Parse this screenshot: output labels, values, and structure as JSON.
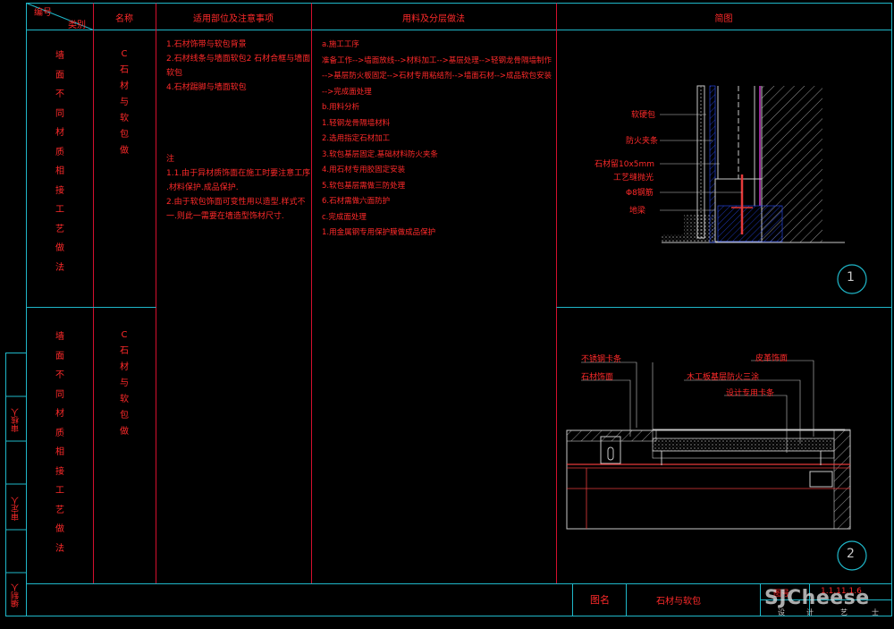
{
  "header": {
    "code_label": "编号",
    "category_label": "类别",
    "name_label": "名称",
    "scope_label": "适用部位及注意事项",
    "materials_label": "用料及分层做法",
    "diagram_label": "简图"
  },
  "row1": {
    "category": "墙面不同材质相接工艺做法",
    "name": "C石材与软包做",
    "scope_text": "1.石材饰带与软包背景\n2.石材线条与墙面软包2 石材合框与墙面\n软包\n4.石材踢脚与墙面软包\n\n\n\n\n注\n1.1.由于异材质饰面在施工时要注意工序\n.材料保护.成品保护.\n2.由于软包饰面可变性用以造型.样式不\n一.则此一需要在墙造型饰材尺寸.",
    "materials_text": "a.施工工序\n准备工作-->墙面放线-->材料加工-->基层处理-->轻钢龙骨隔墙制作\n-->基层防火板固定-->石材专用粘结剂-->墙面石材-->成品软包安装\n-->完成面处理\nb.用料分析\n1.轻钢龙骨隔墙材料\n2.选用指定石材加工\n3.软包基层固定.基础材料防火夹条\n4.用石材专用胶固定安装\n5.软包基层需做三防处理\n6.石材需做六面防护\nc.完成面处理\n1.用金属钢专用保护膜做成品保护"
  },
  "row2": {
    "category": "墙面不同材质相接工艺做法",
    "name": "C石材与软包做"
  },
  "diagram1": {
    "number": "1",
    "labels": [
      "软硬包",
      "防火夹条",
      "石材留10x5mm",
      "工艺缝抛光",
      "Φ8钢筋",
      "地梁"
    ]
  },
  "diagram2": {
    "number": "2",
    "labels": [
      "不锈钢卡条",
      "石材饰面",
      "皮革饰面",
      "木工板基层防火三涂",
      "设计专用卡条"
    ]
  },
  "titleblock": {
    "name_label": "图名",
    "drawing_name": "石材与软包",
    "number_label": "图号",
    "number_value": "1.1.11.1.6",
    "sub_labels": [
      "设",
      "计",
      "艺",
      "士"
    ]
  },
  "side_labels": [
    "审核人",
    "审定人",
    "编制人"
  ],
  "watermark": "SJCheese",
  "colors": {
    "line": "#1fb7c9",
    "text": "#ff2a2a",
    "red_line": "#d4102e",
    "diag": "#c9c9c9",
    "blue": "#2a4dff"
  }
}
